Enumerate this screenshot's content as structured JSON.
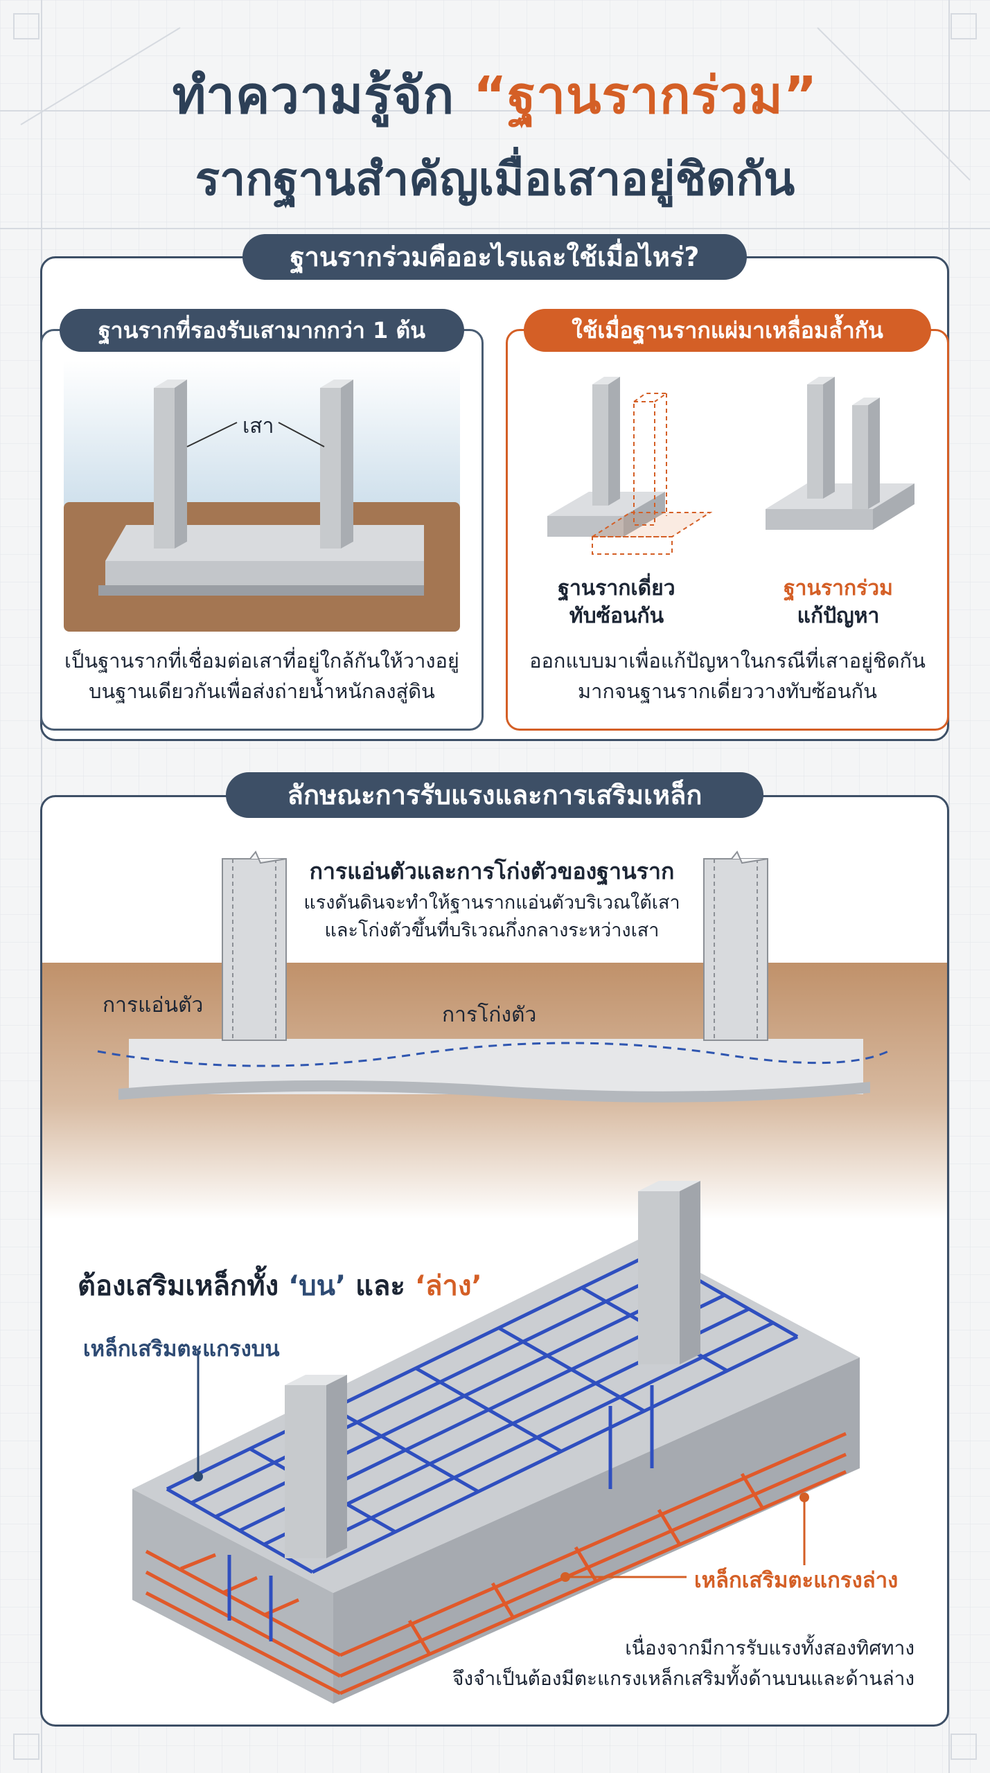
{
  "title": {
    "line1_prefix": "ทำความรู้จัก ",
    "line1_highlight": "“ฐานรากร่วม”",
    "line2": "รากฐานสำคัญเมื่อเสาอยู่ชิดกัน"
  },
  "section1": {
    "heading": "ฐานรากร่วมคืออะไรและใช้เมื่อไหร่?",
    "left_card": {
      "heading": "ฐานรากที่รองรับเสามากกว่า 1 ต้น",
      "column_label": "เสา",
      "description_line1": "เป็นฐานรากที่เชื่อมต่อเสาที่อยู่ใกล้กันให้วางอยู่",
      "description_line2": "บนฐานเดียวกันเพื่อส่งถ่ายน้ำหนักลงสู่ดิน"
    },
    "right_card": {
      "heading": "ใช้เมื่อฐานรากแผ่มาเหลื่อมล้ำกัน",
      "left_caption_line1": "ฐานรากเดี่ยว",
      "left_caption_line2": "ทับซ้อนกัน",
      "right_caption_line1": "ฐานรากร่วม",
      "right_caption_line2": "แก้ปัญหา",
      "description_line1": "ออกแบบมาเพื่อแก้ปัญหาในกรณีที่เสาอยู่ชิดกัน",
      "description_line2": "มากจนฐานรากเดี่ยววางทับซ้อนกัน"
    }
  },
  "section2": {
    "heading": "ลักษณะการรับแรงและการเสริมเหล็ก",
    "deflection": {
      "title": "การแอ่นตัวและการโก่งตัวของฐานราก",
      "line1": "แรงดันดินจะทำให้ฐานรากแอ่นตัวบริเวณใต้เสา",
      "line2": "และโก่งตัวขึ้นที่บริเวณกึ่งกลางระหว่างเสา",
      "sag_label": "การแอ่นตัว",
      "hog_label": "การโก่งตัว"
    },
    "rebar": {
      "title_prefix": "ต้องเสริมเหล็กทั้ง ",
      "title_top": "‘บน’",
      "title_and": " และ ",
      "title_bottom": "‘ล่าง’",
      "top_label": "เหล็กเสริมตะแกรงบน",
      "bottom_label": "เหล็กเสริมตะแกรงล่าง",
      "note_line1": "เนื่องจากมีการรับแรงทั้งสองทิศทาง",
      "note_line2": "จึงจำเป็นต้องมีตะแกรงเหล็กเสริมทั้งด้านบนและด้านล่าง"
    }
  },
  "colors": {
    "navy": "#3d4f66",
    "orange": "#d45f26",
    "blue_rebar": "#2f4fbf",
    "orange_rebar": "#e0592a",
    "soil": "#a47652",
    "concrete": "#c9ccd0"
  }
}
